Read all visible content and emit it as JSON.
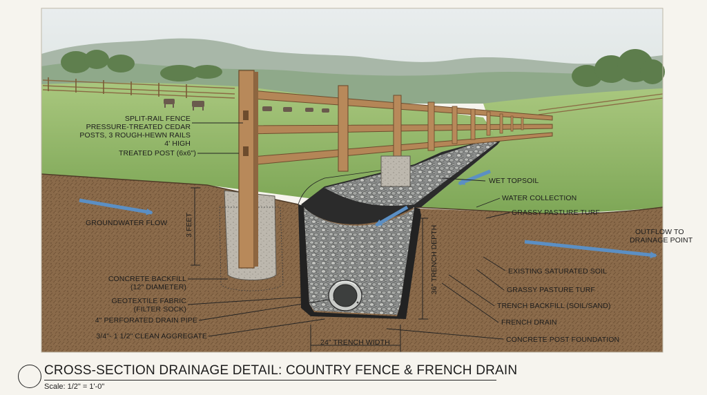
{
  "title": "CROSS-SECTION DRAINAGE DETAIL: COUNTRY FENCE & FRENCH DRAIN",
  "scale": "Scale: 1/2\" = 1'-0\"",
  "labels": {
    "fence_line1": "SPLIT-RAIL FENCE",
    "fence_line2": "PRESSURE-TREATED CEDAR",
    "fence_line3": "POSTS, 3 ROUGH-HEWN RAILS",
    "fence_line4": "4' HIGH",
    "treated_post": "TREATED POST (6x6\")",
    "groundwater_flow": "GROUNDWATER FLOW",
    "three_feet": "3 FEET",
    "concrete_backfill_1": "CONCRETE BACKFILL",
    "concrete_backfill_2": "(12\" DIAMETER)",
    "geotextile_1": "GEOTEXTILE FABRIC",
    "geotextile_2": "(FILTER SOCK)",
    "drain_pipe": "4\" PERFORATED DRAIN PIPE",
    "aggregate": "3/4\"- 1 1/2\" CLEAN AGGREGATE",
    "trench_width": "24\" TRENCH WIDTH",
    "trench_depth": "36\" TRENCH DEPTH",
    "wet_topsoil": "WET TOPSOIL",
    "water_collection": "WATER COLLECTION",
    "grassy_turf_top": "GRASSY PASTURE TURF",
    "outflow_1": "OUTFLOW TO",
    "outflow_2": "DRAINAGE POINT",
    "saturated_soil": "EXISTING SATURATED SOIL",
    "grassy_turf_lower": "GRASSY PASTURE TURF",
    "trench_backfill": "TRENCH BACKFILL (SOIL/SAND)",
    "french_drain": "FRENCH DRAIN",
    "post_foundation": "CONCRETE POST FOUNDATION"
  },
  "colors": {
    "sky": "#dfe6ea",
    "hills_far": "#9aab9c",
    "hills_mid": "#7d9a78",
    "grass": "#93b86a",
    "grass_dark": "#6f9a4c",
    "soil": "#8a6a4a",
    "soil_dark": "#6b4e33",
    "wood": "#b7895a",
    "wood_dark": "#7d5a38",
    "concrete": "#b9b5ad",
    "gravel": "#8d8f8f",
    "fabric": "#2b2b2b",
    "water": "#5b8fc4"
  }
}
